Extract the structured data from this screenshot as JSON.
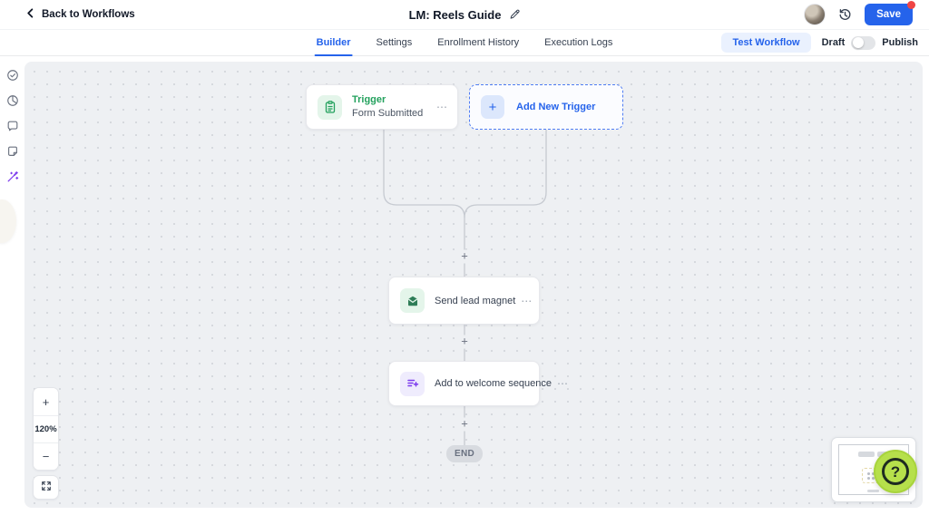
{
  "header": {
    "back_label": "Back to Workflows",
    "title": "LM: Reels Guide",
    "save_label": "Save"
  },
  "tabs": [
    {
      "label": "Builder",
      "active": true
    },
    {
      "label": "Settings",
      "active": false
    },
    {
      "label": "Enrollment History",
      "active": false
    },
    {
      "label": "Execution Logs",
      "active": false
    }
  ],
  "toolbar": {
    "test_workflow_label": "Test Workflow",
    "draft_label": "Draft",
    "publish_label": "Publish",
    "toggle_state": "off"
  },
  "sidebar": {
    "icons": [
      {
        "name": "check-circle-icon"
      },
      {
        "name": "pie-chart-icon"
      },
      {
        "name": "chat-bubble-icon"
      },
      {
        "name": "sticky-note-icon"
      },
      {
        "name": "magic-wand-icon",
        "active": true
      }
    ]
  },
  "canvas": {
    "zoom_in": "+",
    "zoom_level": "120%",
    "zoom_out": "−",
    "connector_plus": "+",
    "ellipsis": "⋯",
    "nodes": {
      "trigger": {
        "title": "Trigger",
        "subtitle": "Form Submitted"
      },
      "add_trigger": {
        "label": "Add New Trigger",
        "plus": "+"
      },
      "send_lead_magnet": {
        "label": "Send lead magnet"
      },
      "welcome_sequence": {
        "label": "Add to welcome sequence"
      },
      "end": {
        "label": "END"
      }
    },
    "help_glyph": "?"
  },
  "colors": {
    "accent_blue": "#2563eb",
    "trigger_green": "#23a15d",
    "action_purple": "#7c3aed",
    "help_green": "#b6e04b",
    "canvas_bg": "#eef0f3",
    "save_dot_red": "#ef4444"
  }
}
